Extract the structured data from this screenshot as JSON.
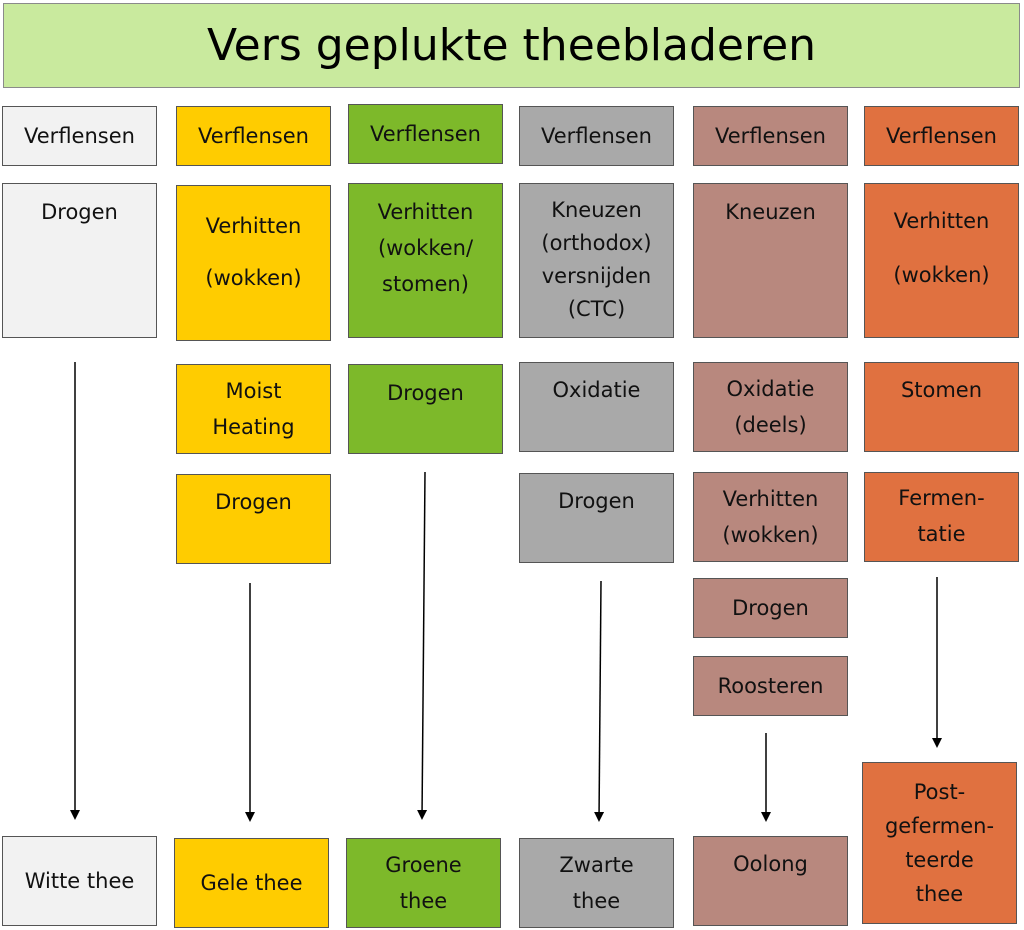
{
  "title": "Vers geplukte theebladeren",
  "colors": {
    "title_bg": "#c9ea9e",
    "white": "#f2f2f2",
    "yellow": "#ffcc00",
    "green": "#7db92a",
    "gray": "#a9a9a9",
    "rose": "#b8887e",
    "orange": "#e07140"
  },
  "columns": [
    {
      "key": "witte",
      "color": "#f2f2f2",
      "steps": [
        "Verflensen",
        "Drogen"
      ],
      "result": "Witte thee"
    },
    {
      "key": "gele",
      "color": "#ffcc00",
      "steps": [
        "Verflensen",
        "Verhitten\n(wokken)",
        "Moist\nHeating",
        "Drogen"
      ],
      "result": "Gele thee"
    },
    {
      "key": "groene",
      "color": "#7db92a",
      "steps": [
        "Verflensen",
        "Verhitten\n(wokken/\nstomen)",
        "Drogen"
      ],
      "result": "Groene\nthee"
    },
    {
      "key": "zwarte",
      "color": "#a9a9a9",
      "steps": [
        "Verflensen",
        "Kneuzen\n(orthodox)\nversnijden\n(CTC)",
        "Oxidatie",
        "Drogen"
      ],
      "result": "Zwarte\nthee"
    },
    {
      "key": "oolong",
      "color": "#b8887e",
      "steps": [
        "Verflensen",
        "Kneuzen",
        "Oxidatie\n(deels)",
        "Verhitten\n(wokken)",
        "Drogen",
        "Roosteren"
      ],
      "result": "Oolong"
    },
    {
      "key": "postgef",
      "color": "#e07140",
      "steps": [
        "Verflensen",
        "Verhitten\n(wokken)",
        "Stomen",
        "Fermen-\ntatie"
      ],
      "result": "Post-\ngefermen-\nteerde\nthee"
    }
  ]
}
